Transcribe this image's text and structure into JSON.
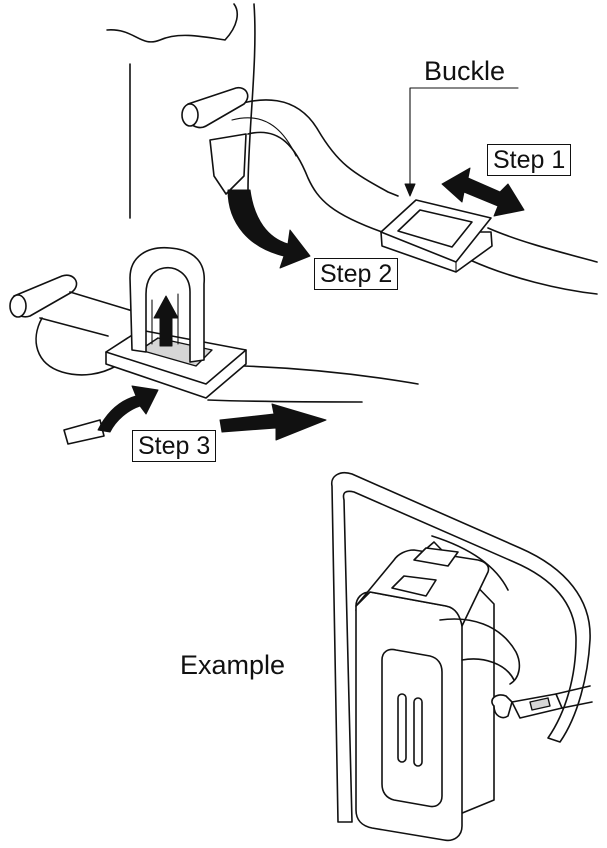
{
  "labels": {
    "buckle": "Buckle",
    "step1": "Step 1",
    "step2": "Step 2",
    "step3": "Step 3",
    "example": "Example"
  },
  "colors": {
    "line": "#111111",
    "shade": "#d6d6d6",
    "background": "#ffffff"
  }
}
